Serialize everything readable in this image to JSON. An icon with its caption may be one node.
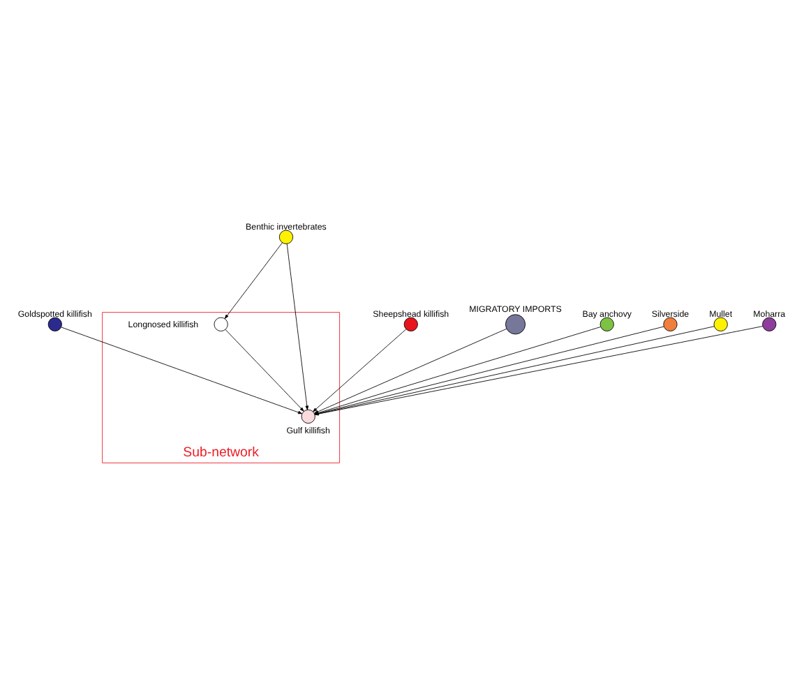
{
  "diagram": {
    "nodes": [
      {
        "text": [
          "Sub-network"
        ]
      },
      {
        "text": [],
        "shape": "circle",
        "beside": [
          "Goldspotted killifish"
        ]
      },
      {
        "text": [],
        "shape": "circle",
        "beside": [
          "Sheepshead killifish"
        ]
      },
      {
        "text": [],
        "shape": "circle",
        "beside": [
          "MIGRATORY IMPORTS"
        ]
      },
      {
        "text": [],
        "shape": "circle",
        "beside": [
          "Bay anchovy"
        ]
      },
      {
        "text": [],
        "shape": "circle",
        "beside": [
          "Gulf killifish"
        ],
        "in": 0
      },
      {
        "text": [],
        "shape": "circle",
        "beside": [
          "Silverside"
        ]
      },
      {
        "text": [],
        "shape": "circle",
        "beside": [
          "Longnosed killifish"
        ],
        "in": 0
      },
      {
        "text": [],
        "shape": "circle",
        "beside": [
          "Mullet"
        ]
      },
      {
        "text": [],
        "shape": "circle",
        "beside": [
          "Moharra"
        ]
      },
      {
        "text": [],
        "shape": "circle",
        "beside": [
          "Benthic invertebrates"
        ]
      }
    ],
    "edges": [
      {
        "from": 1,
        "to": 5,
        "arrow": "to"
      },
      {
        "from": 2,
        "to": 5,
        "arrow": "to"
      },
      {
        "from": 3,
        "to": 5,
        "arrow": "to"
      },
      {
        "from": 4,
        "to": 5,
        "arrow": "to"
      },
      {
        "from": 6,
        "to": 5,
        "arrow": "to"
      },
      {
        "from": 7,
        "to": 5,
        "arrow": "to"
      },
      {
        "from": 8,
        "to": 5,
        "arrow": "to"
      },
      {
        "from": 9,
        "to": 5,
        "arrow": "to"
      },
      {
        "from": 10,
        "to": 5,
        "arrow": "to"
      },
      {
        "from": 10,
        "to": 7,
        "arrow": "to"
      }
    ]
  }
}
